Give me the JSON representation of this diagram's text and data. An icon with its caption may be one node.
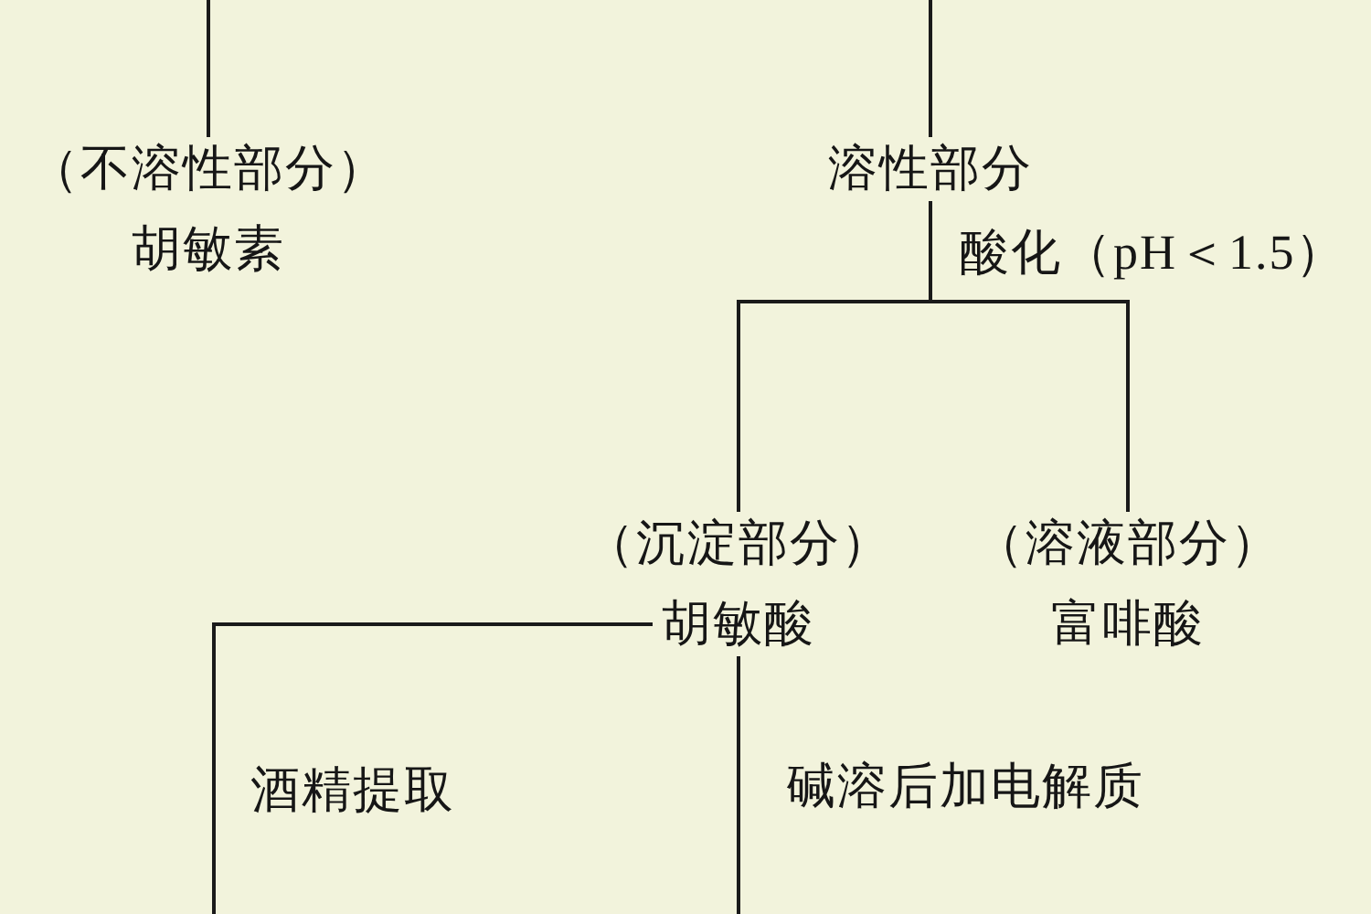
{
  "diagram": {
    "nodes": [
      {
        "text": [
          "（不溶性部分）",
          "胡敏素"
        ]
      },
      {
        "text": [
          "溶性部分"
        ]
      },
      {
        "text": [
          "（沉淀部分）",
          "胡敏酸"
        ]
      },
      {
        "text": [
          "（溶液部分）",
          "富啡酸"
        ]
      }
    ],
    "edges": [
      {
        "from": null,
        "to": 0,
        "arrow": "none"
      },
      {
        "from": null,
        "to": 1,
        "arrow": "none"
      },
      {
        "from": 1,
        "to": 2,
        "arrow": "none",
        "label": "酸化（pH＜1.5）"
      },
      {
        "from": 1,
        "to": 3,
        "arrow": "none"
      },
      {
        "from": 2,
        "to": null,
        "arrow": "none",
        "label": "酒精提取"
      },
      {
        "from": 2,
        "to": null,
        "arrow": "none",
        "label": "碱溶后加电解质"
      }
    ]
  }
}
